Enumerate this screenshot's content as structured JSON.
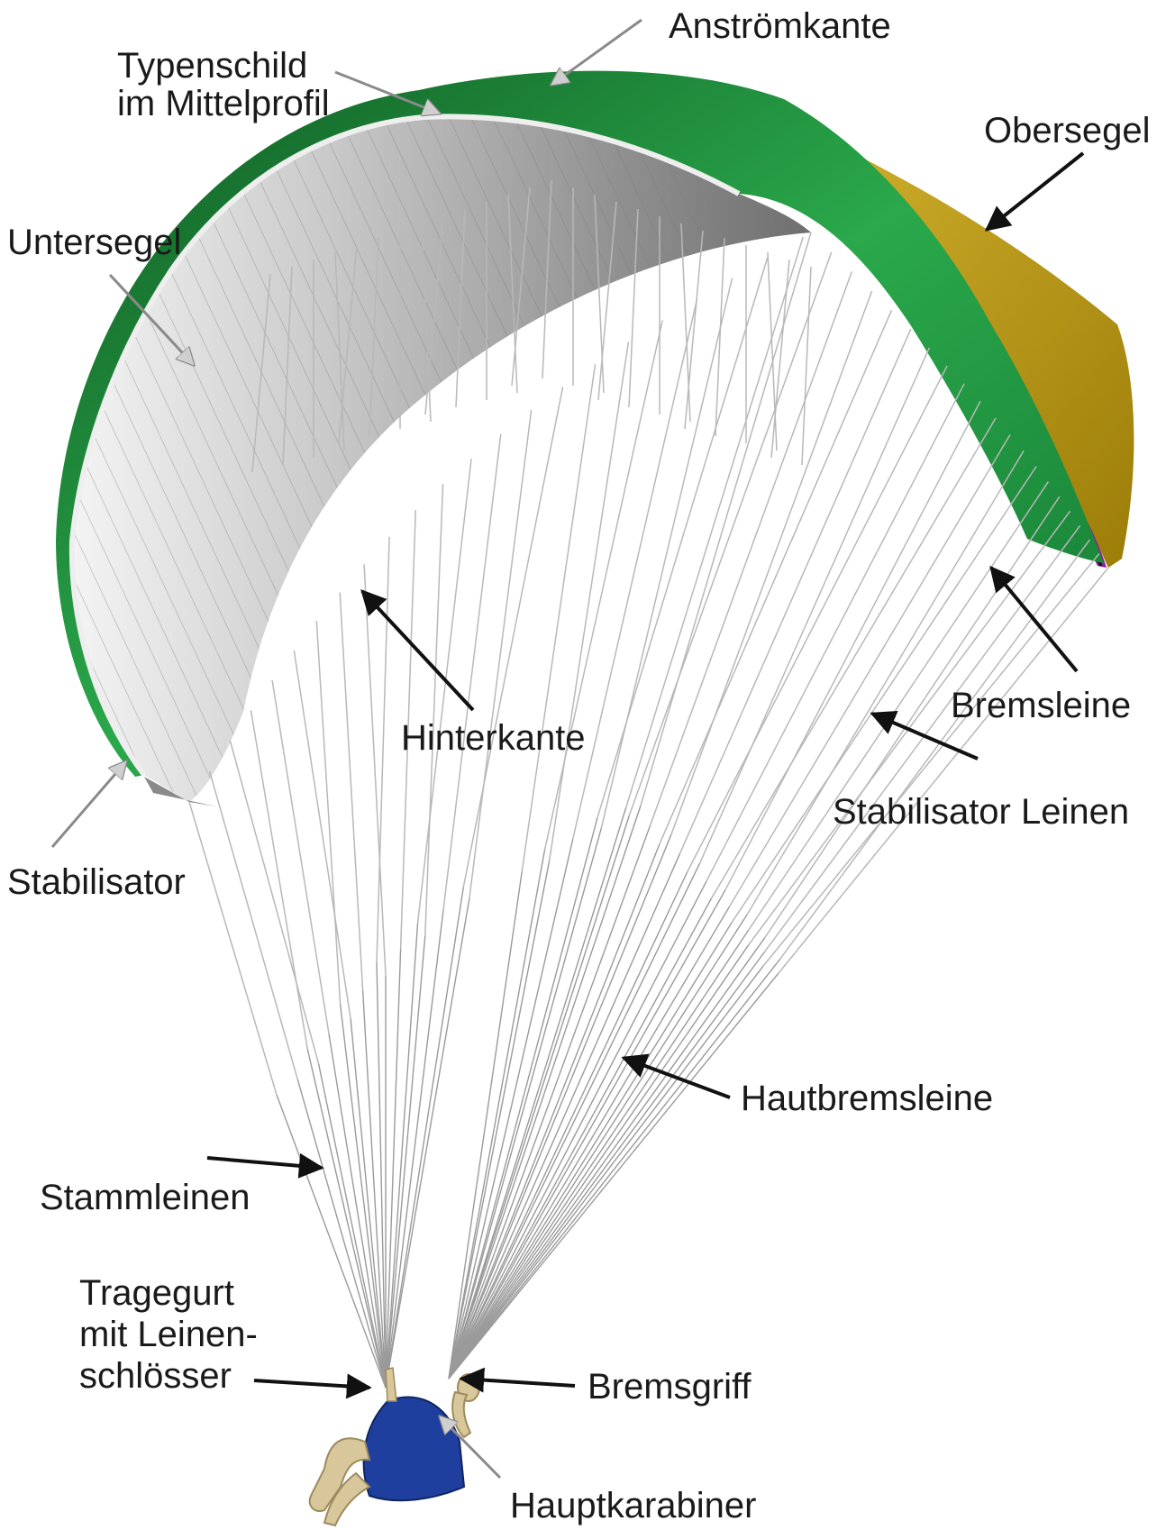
{
  "labels": {
    "anstroemkante": "Anströmkante",
    "typenschild_1": "Typenschild",
    "typenschild_2": "im Mittelprofil",
    "obersegel": "Obersegel",
    "untersegel": "Untersegel",
    "hinterkante": "Hinterkante",
    "bremsleine": "Bremsleine",
    "stabilisator_leinen": "Stabilisator Leinen",
    "stabilisator": "Stabilisator",
    "hautbremsleine": "Hautbremsleine",
    "stammleinen": "Stammleinen",
    "tragegurt_1": "Tragegurt",
    "tragegurt_2": "mit Leinen-",
    "tragegurt_3": "schlösser",
    "bremsgriff": "Bremsgriff",
    "hauptkarabiner": "Hauptkarabiner"
  },
  "colors": {
    "leading_edge_green": "#1f8a3c",
    "dark_green": "#0f5a22",
    "top_surface_gold": "#b8950f",
    "purple_band": "#8a1f9e",
    "bottom_surface_grey": "#9a9a9a",
    "harness_blue": "#1f3f9e",
    "pilot_tan": "#d8c79a",
    "arrow_black": "#111111",
    "arrow_grey": "#c8c8c8"
  }
}
